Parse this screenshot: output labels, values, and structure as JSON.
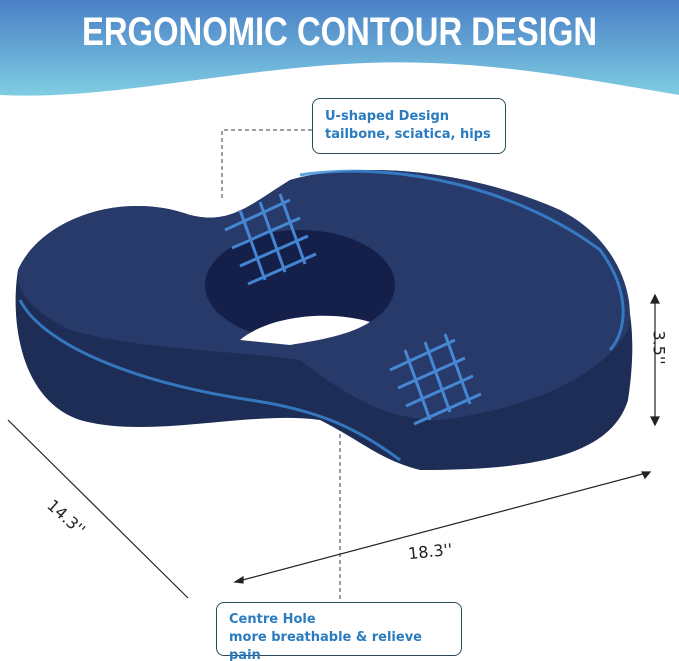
{
  "title": "ERGONOMIC CONTOUR DESIGN",
  "callouts": {
    "top": {
      "line1": "U-shaped Design",
      "line2": "tailbone, sciatica,  hips"
    },
    "bottom": {
      "line1": "Centre Hole",
      "line2": "more breathable & relieve pain"
    }
  },
  "dimensions": {
    "width": "18.3''",
    "depth": "14.3''",
    "height": "3.5''"
  },
  "colors": {
    "banner_top": "#4a7fc6",
    "banner_bottom": "#7cc9e0",
    "cushion": "#1e2d55",
    "accent": "#2a7bbf"
  }
}
